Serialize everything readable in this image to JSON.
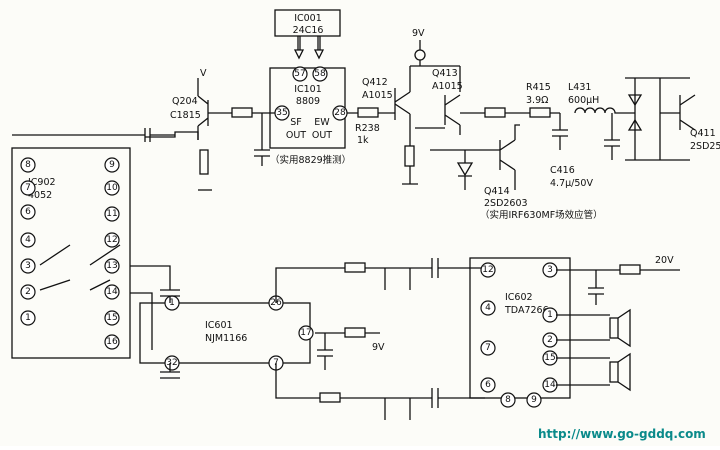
{
  "components": {
    "ic001": {
      "name": "IC001",
      "part": "24C16"
    },
    "ic101": {
      "name": "IC101",
      "part": "8809",
      "pin_sf": "35",
      "pin_ew": "28",
      "pin_a": "57",
      "pin_b": "58",
      "out1": "SF",
      "out2": "EW",
      "out1b": "OUT",
      "out2b": "OUT",
      "note": "（实用8829推测）"
    },
    "q204": {
      "name": "Q204",
      "part": "C1815"
    },
    "q412": {
      "name": "Q412",
      "part": "A1015"
    },
    "q413": {
      "name": "Q413",
      "part": "A1015"
    },
    "q414": {
      "name": "Q414",
      "part": "2SD2603",
      "note": "（实用IRF630MF场效应管）"
    },
    "q411": {
      "name": "Q411",
      "part": "2SD25"
    },
    "r238": {
      "name": "R238",
      "value": "1k"
    },
    "r415": {
      "name": "R415",
      "value": "3.9Ω"
    },
    "l431": {
      "name": "L431",
      "value": "600μH"
    },
    "c416": {
      "name": "C416",
      "value": "4.7μ/50V"
    },
    "ic902": {
      "name": "IC902",
      "part": "4052",
      "pins_left": [
        "8",
        "7",
        "6",
        "4",
        "3",
        "2",
        "1"
      ],
      "pins_right": [
        "9",
        "10",
        "11",
        "12",
        "13",
        "14",
        "15",
        "16"
      ]
    },
    "ic601": {
      "name": "IC601",
      "part": "NJM1166",
      "pins": [
        "1",
        "26",
        "17",
        "32",
        "7"
      ]
    },
    "ic602": {
      "name": "IC602",
      "part": "TDA7266",
      "pins_left": [
        "12",
        "4",
        "7",
        "6"
      ],
      "pins_right": [
        "3",
        "1",
        "2",
        "15",
        "14"
      ],
      "pins_bottom": [
        "8",
        "9"
      ]
    }
  },
  "supplies": {
    "v_top": "9V",
    "v_ic601": "9V",
    "v_amp": "20V",
    "v_q204": "V"
  },
  "watermark": "http://www.go-gddq.com"
}
